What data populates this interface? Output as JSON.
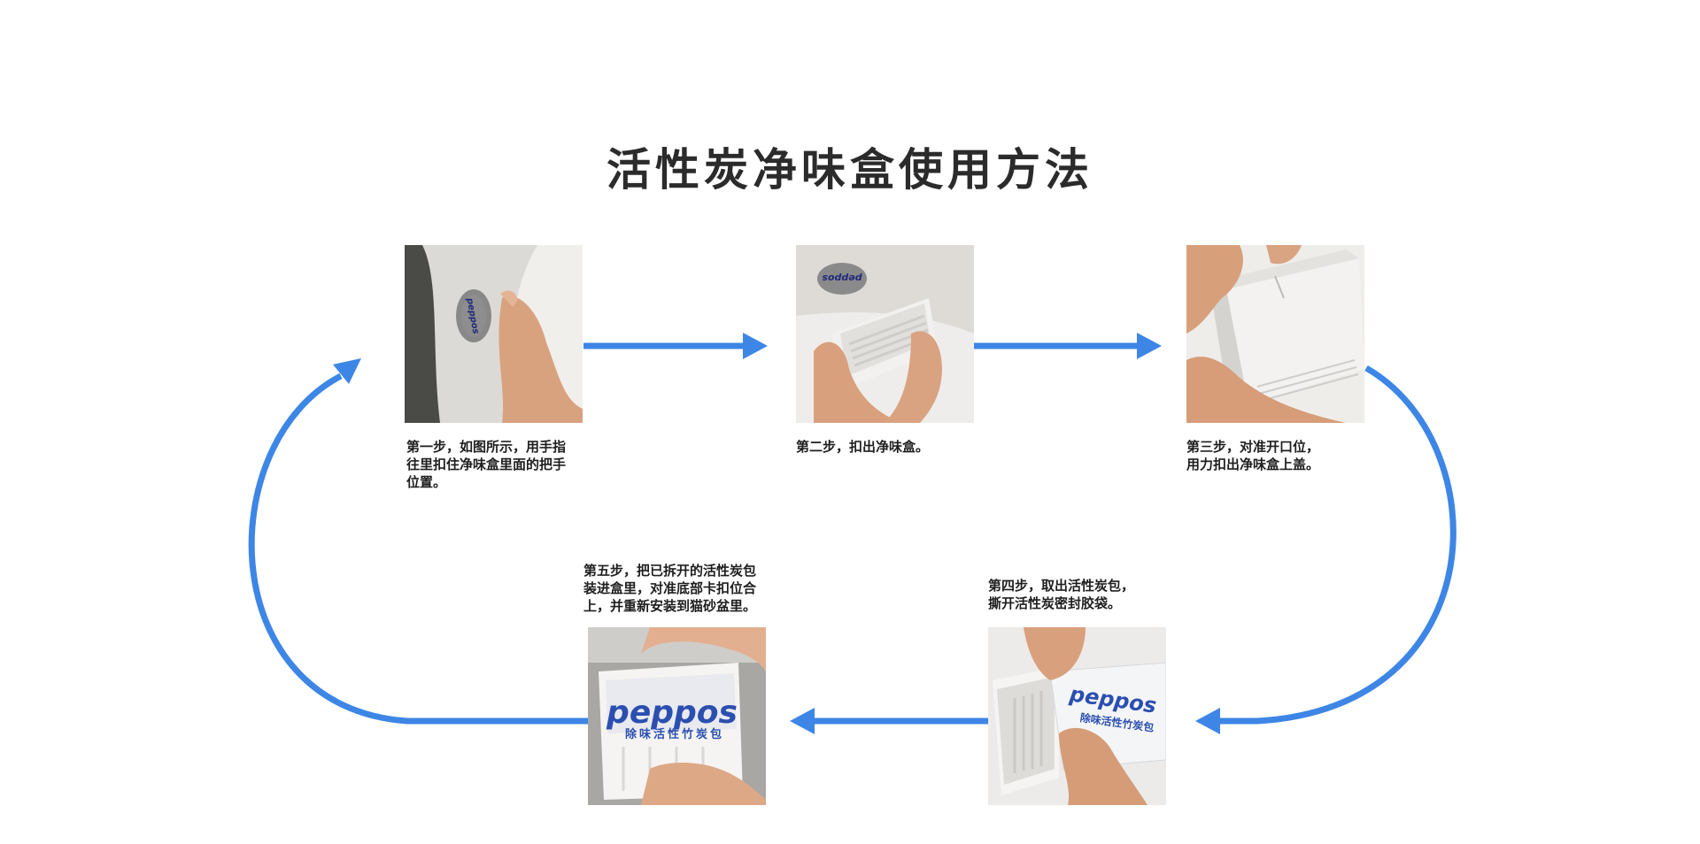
{
  "title": "活性炭净味盒使用方法",
  "accent_color": "#3d86e6",
  "brand": {
    "logo_text": "peppos",
    "bag_label": "除味活性竹炭包"
  },
  "steps": [
    {
      "id": 1,
      "text": "第一步，如图所示，用手指\n往里扣住净味盒里面的把手\n位置。"
    },
    {
      "id": 2,
      "text": "第二步，扣出净味盒。"
    },
    {
      "id": 3,
      "text": "第三步，对准开口位，\n用力扣出净味盒上盖。"
    },
    {
      "id": 4,
      "text": "第四步，取出活性炭包，\n撕开活性炭密封胶袋。"
    },
    {
      "id": 5,
      "text": "第五步，把已拆开的活性炭包\n装进盒里，对准底部卡扣位合\n上，并重新安装到猫砂盆里。"
    }
  ]
}
